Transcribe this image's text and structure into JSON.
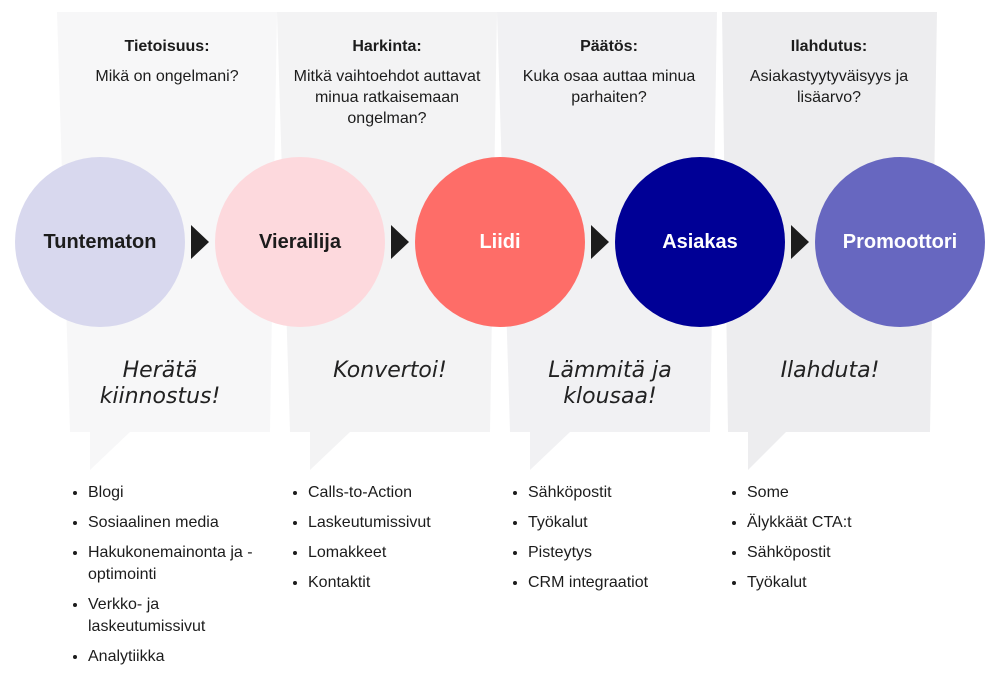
{
  "colors": {
    "panel1": "#f7f7f8",
    "panel2": "#f3f3f4",
    "panel3": "#f1f1f3",
    "panel4": "#ededef",
    "tuntematon": "#d8d8ee",
    "vierailija": "#fdd9dd",
    "liidi": "#fe6d68",
    "asiakas": "#000096",
    "promoottori": "#6767c0"
  },
  "stages": [
    {
      "title": "Tietoisuus:",
      "question": "Mikä on ongelmani?",
      "action": "Herätä kiinnostus!",
      "tactics": [
        "Blogi",
        "Sosiaalinen media",
        "Hakukonemainonta ja -optimointi",
        "Verkko- ja laskeutumissivut",
        "Analytiikka"
      ]
    },
    {
      "title": "Harkinta:",
      "question": "Mitkä vaihtoehdot auttavat minua ratkaisemaan ongelman?",
      "action": "Konvertoi!",
      "tactics": [
        "Calls-to-Action",
        "Laskeutumissivut",
        "Lomakkeet",
        "Kontaktit"
      ]
    },
    {
      "title": "Päätös:",
      "question": "Kuka osaa auttaa minua parhaiten?",
      "action": "Lämmitä ja klousaa!",
      "tactics": [
        "Sähköpostit",
        "Työkalut",
        "Pisteytys",
        "CRM integraatiot"
      ]
    },
    {
      "title": "Ilahdutus:",
      "question": "Asiakastyytyväisyys ja lisäarvo?",
      "action": "Ilahduta!",
      "tactics": [
        "Some",
        "Älykkäät CTA:t",
        "Sähköpostit",
        "Työkalut"
      ]
    }
  ],
  "circles": [
    "Tuntematon",
    "Vierailija",
    "Liidi",
    "Asiakas",
    "Promoottori"
  ]
}
